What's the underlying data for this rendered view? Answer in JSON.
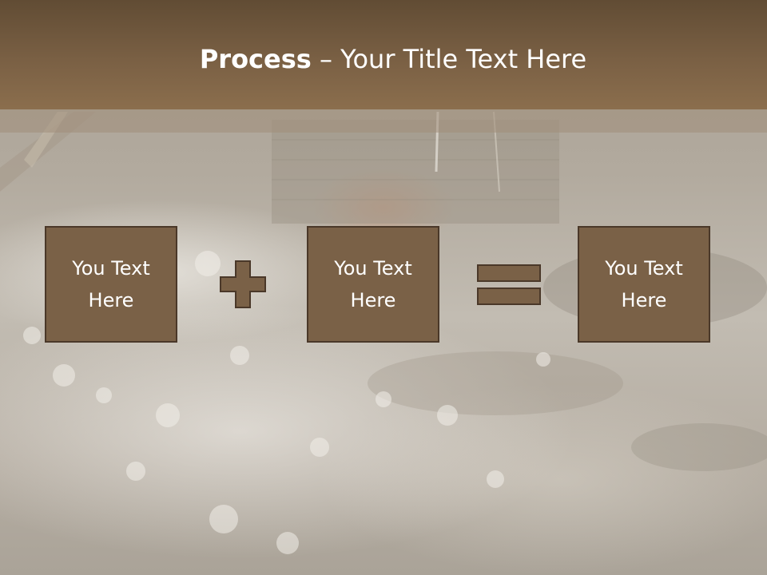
{
  "slide": {
    "title_bold": "Process",
    "title_rest": " – Your Title Text Here",
    "boxes": [
      {
        "label": "You Text Here"
      },
      {
        "label": "You Text Here"
      },
      {
        "label": "You Text Here"
      }
    ],
    "operators": [
      "plus-icon",
      "equals-icon"
    ]
  },
  "colors": {
    "header": "#7a6044",
    "box_fill": "#7a6147",
    "box_border": "#4a3829",
    "text": "#ffffff"
  }
}
